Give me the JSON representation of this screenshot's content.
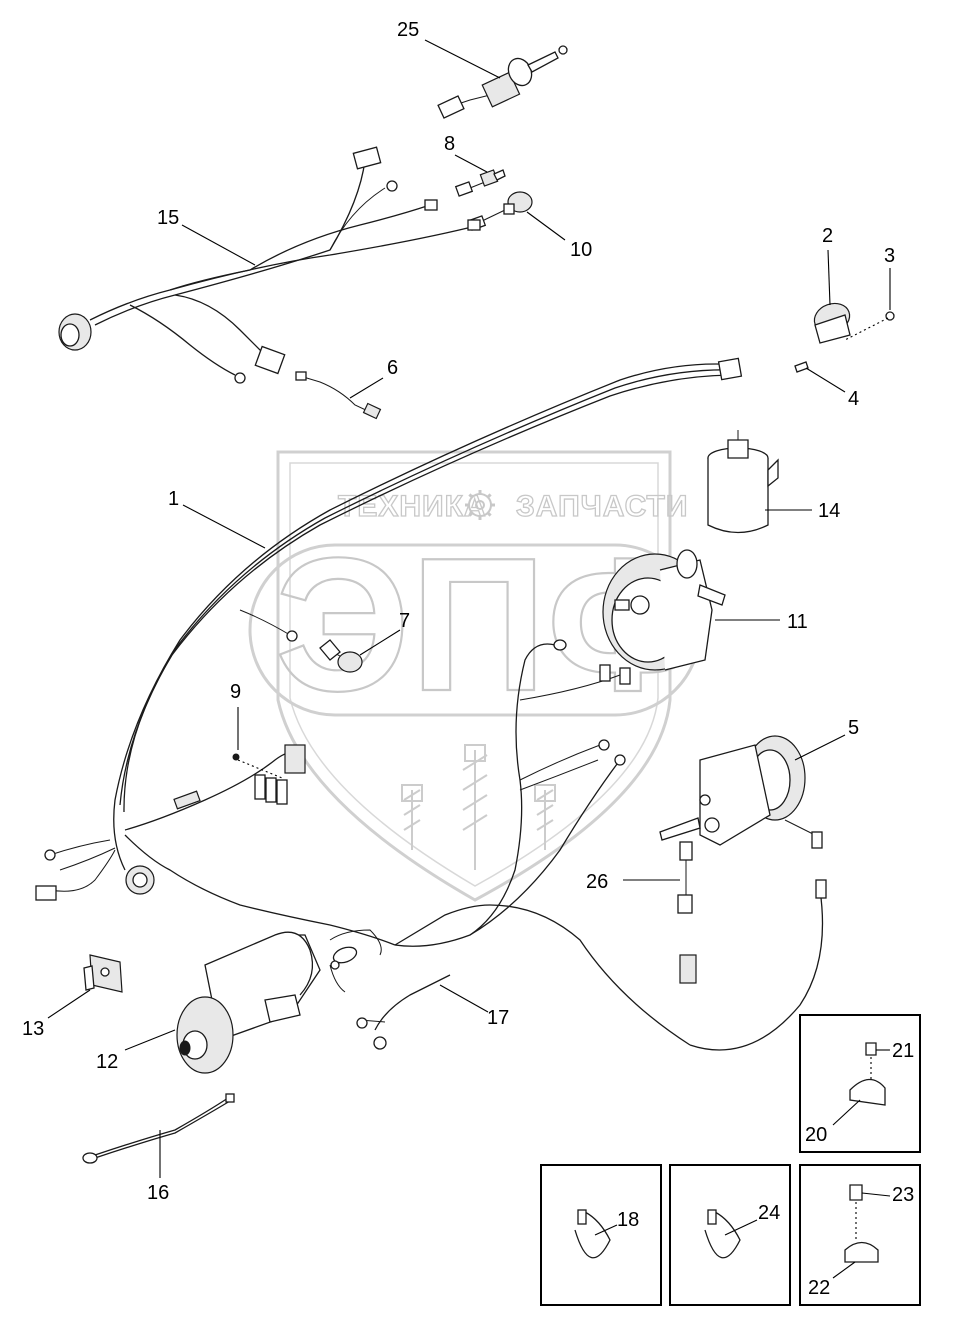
{
  "watermark": {
    "brand_left": "ТЕХНИКА",
    "brand_right": "ЗАПЧАСТИ",
    "logo": "ЭПФ",
    "gear_icon": "gear-icon"
  },
  "callouts": {
    "c1": "1",
    "c2": "2",
    "c3": "3",
    "c4": "4",
    "c5": "5",
    "c6": "6",
    "c7": "7",
    "c8": "8",
    "c9": "9",
    "c10": "10",
    "c11": "11",
    "c12": "12",
    "c13": "13",
    "c14": "14",
    "c15": "15",
    "c16": "16",
    "c17": "17",
    "c18": "18",
    "c20": "20",
    "c21": "21",
    "c22": "22",
    "c23": "23",
    "c24": "24",
    "c25": "25",
    "c26": "26"
  },
  "parts": {
    "main_harness": "wiring-harness",
    "horn": "horn-icon",
    "nut": "nut-icon",
    "screw": "screw-icon",
    "compressor": "ac-compressor-icon",
    "temp_sender": "sensor-icon",
    "alternator": "alternator-icon",
    "starter": "starter-motor-icon",
    "solenoid": "relay-icon",
    "coil": "canister-icon",
    "ground_strap": "ground-strap-icon",
    "cable_tie": "cable-tie-icon",
    "clip": "p-clip-icon",
    "fuel_shutoff": "solenoid-icon"
  }
}
